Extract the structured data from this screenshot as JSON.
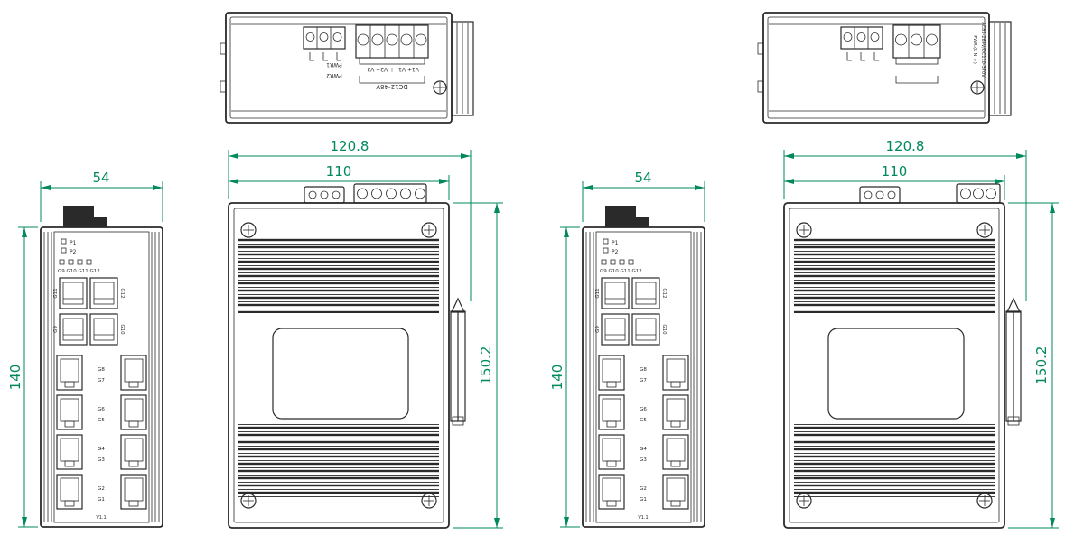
{
  "colors": {
    "dimension": "#00885e",
    "line": "#2a2a2a"
  },
  "dimensions": {
    "overall_width": "120.8",
    "body_width": "110",
    "side_width": "54",
    "side_height": "140",
    "front_height": "150.2"
  },
  "side_panel": {
    "led_p1": "P1",
    "led_p2": "P2",
    "led_row": "G9 G10 G11 G12",
    "sfp_row1_left": "G11",
    "sfp_row1_right": "G12",
    "sfp_row2_left": "G9",
    "sfp_row2_right": "G10",
    "rj45_rows": [
      {
        "top": "G8",
        "bottom": "G7"
      },
      {
        "top": "G6",
        "bottom": "G5"
      },
      {
        "top": "G4",
        "bottom": "G3"
      },
      {
        "top": "G2",
        "bottom": "G1"
      }
    ],
    "bottom_caption": "V1.1"
  },
  "top_view_dc": {
    "pwr1_label": "PWR1",
    "pwr2_label": "PWR2",
    "terminal_labels": "V1+ V1- ⏚ V2+ V2-",
    "range_label": "DC12-48V"
  },
  "top_view_ac": {
    "power_label": "PWR:(L N ⏚)",
    "range_label": "AC85-264V/DC110-370V"
  }
}
